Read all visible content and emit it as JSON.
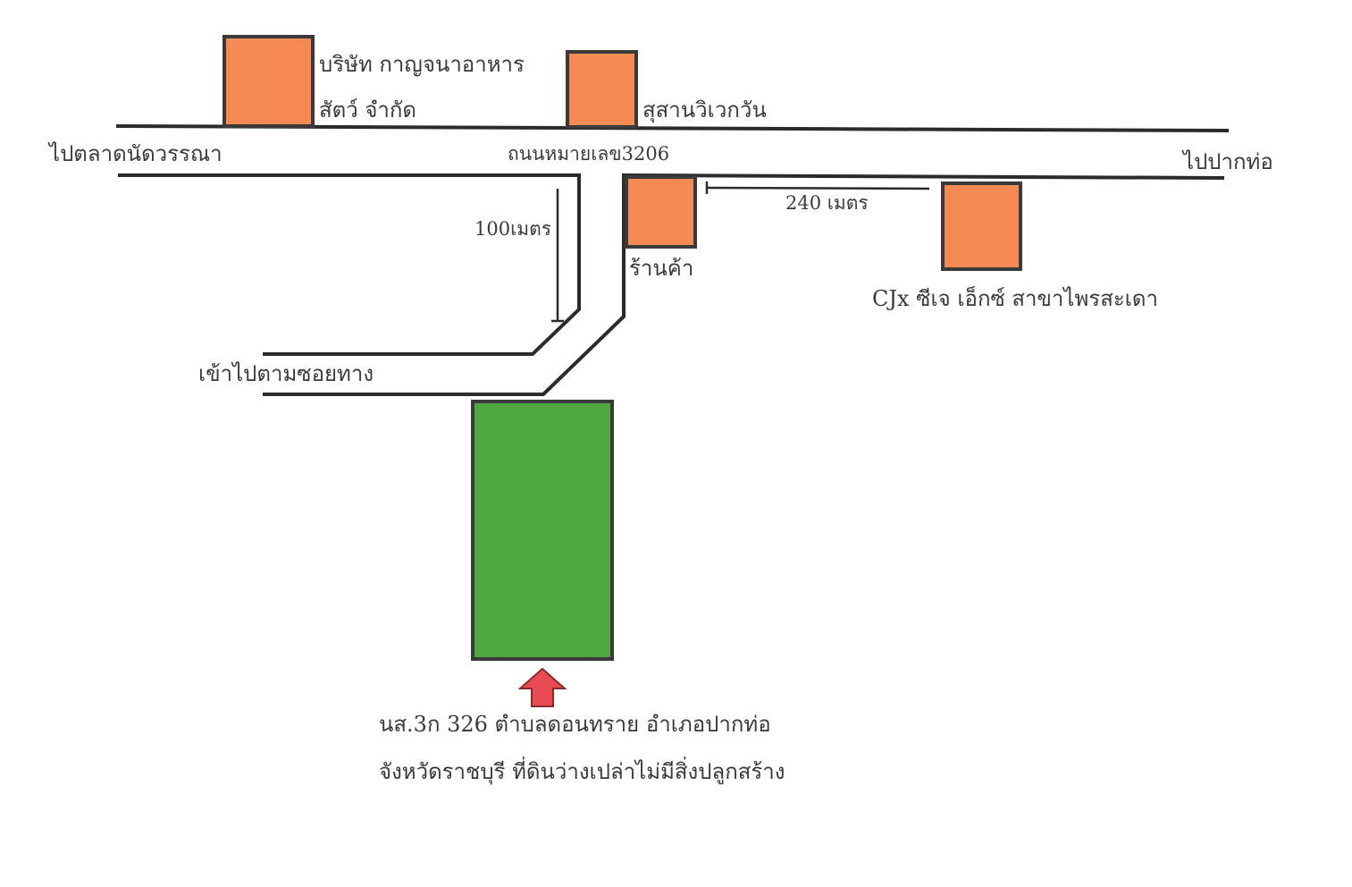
{
  "colors": {
    "building": "#f58a55",
    "land_plot": "#4fa83f",
    "arrow": "#e84c52",
    "road_line": "#2b2b2b",
    "text": "#3a3a3a"
  },
  "labels": {
    "company_line1": "บริษัท กาญจนาอาหาร",
    "company_line2": "สัตว์ จำกัด",
    "cemetery": "สุสานวิเวกวัน",
    "to_market": "ไปตลาดนัดวรรณา",
    "highway": "ถนนหมายเลข3206",
    "to_pak_tho": "ไปปากท่อ",
    "distance_240": "240 เมตร",
    "distance_100": "100เมตร",
    "shop": "ร้านค้า",
    "cjx": "CJx ซีเจ เอ็กซ์ สาขาไพรสะเดา",
    "soi_entry": "เข้าไปตามซอยทาง",
    "plot_line1": "นส.3ก 326  ตำบลดอนทราย อำเภอปากท่อ",
    "plot_line2": "จังหวัดราชบุรี  ที่ดินว่างเปล่าไม่มีสิ่งปลูกสร้าง"
  }
}
